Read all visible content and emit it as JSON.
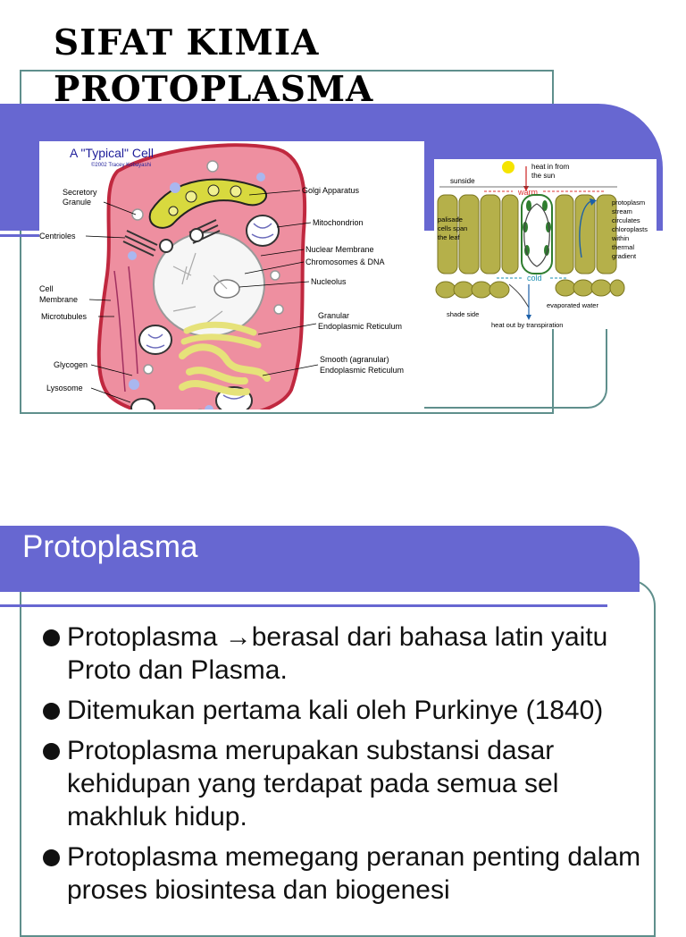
{
  "slide1": {
    "title_lines": [
      "SIFAT KIMIA",
      "PROTOPLASMA"
    ],
    "cell_figure": {
      "title": "A \"Typical\" Cell",
      "copyright": "©2002 Tracey Kobayashi",
      "labels_left": {
        "secretory_granule_1": "Secretory",
        "secretory_granule_2": "Granule",
        "centrioles": "Centrioles",
        "cell_membrane_1": "Cell",
        "cell_membrane_2": "Membrane",
        "microtubules": "Microtubules",
        "glycogen": "Glycogen",
        "lysosome": "Lysosome"
      },
      "labels_right": {
        "golgi": "Golgi Apparatus",
        "mitochondrion": "Mitochondrion",
        "nuclear_membrane": "Nuclear Membrane",
        "chromosomes": "Chromosomes & DNA",
        "nucleolus": "Nucleolus",
        "granular_er_1": "Granular",
        "granular_er_2": "Endoplasmic Reticulum",
        "smooth_er_1": "Smooth (agranular)",
        "smooth_er_2": "Endoplasmic Reticulum"
      }
    },
    "plant_figure": {
      "heat_in_1": "heat in from",
      "heat_in_2": "the sun",
      "sunside": "sunside",
      "warm": "warm",
      "cold": "cold",
      "palisade_1": "palisade",
      "palisade_2": "cells span",
      "palisade_3": "the leaf",
      "stream_1": "protoplasm",
      "stream_2": "stream",
      "stream_3": "circulates",
      "stream_4": "chloroplasts",
      "stream_5": "within",
      "stream_6": "thermal",
      "stream_7": "gradient",
      "evaporated": "evaporated water",
      "shade_side": "shade side",
      "heat_out": "heat out by transpiration"
    }
  },
  "slide2": {
    "heading": "Protoplasma",
    "bullets": [
      "Protoplasma →berasal dari bahasa latin yaitu Proto dan Plasma.",
      "Ditemukan pertama kali oleh Purkinye (1840)",
      "Protoplasma merupakan substansi dasar kehidupan yang terdapat pada semua sel makhluk hidup.",
      "Protoplasma memegang peranan penting dalam proses biosintesa dan biogenesi"
    ]
  },
  "colors": {
    "band": "#6767d1",
    "frame": "#5f8f8c",
    "cell_fill": "#ee8fa0",
    "cell_outline": "#c0283f",
    "golgi": "#d8d93e",
    "er": "#e6e27a",
    "leaf": "#b5b04a",
    "chloroplast": "#2f7d2f"
  }
}
